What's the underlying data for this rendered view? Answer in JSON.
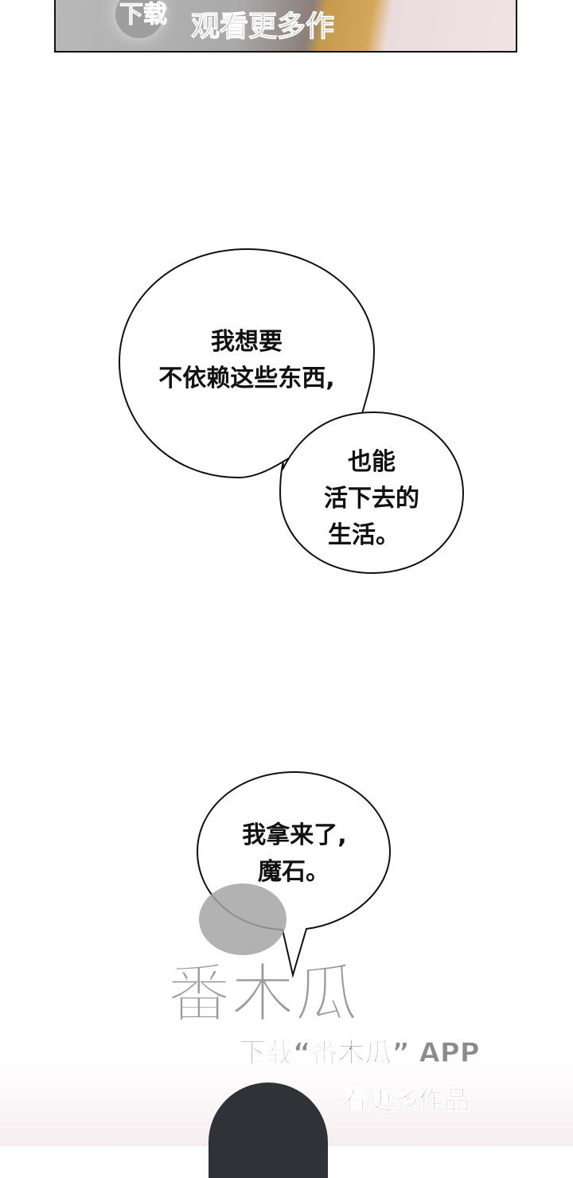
{
  "watermarks": {
    "top_line1": "下载",
    "top_line2": "观看更多作",
    "logo_text": "番木瓜",
    "app_line": "下载“番木瓜” APP",
    "more_line": "看更多作品"
  },
  "bubbles": [
    {
      "lines": [
        "我想要",
        "不依赖这些东西,"
      ]
    },
    {
      "lines": [
        "也能",
        "活下去的",
        "生活。"
      ]
    },
    {
      "lines": [
        "我拿来了,",
        "魔石。"
      ]
    }
  ]
}
